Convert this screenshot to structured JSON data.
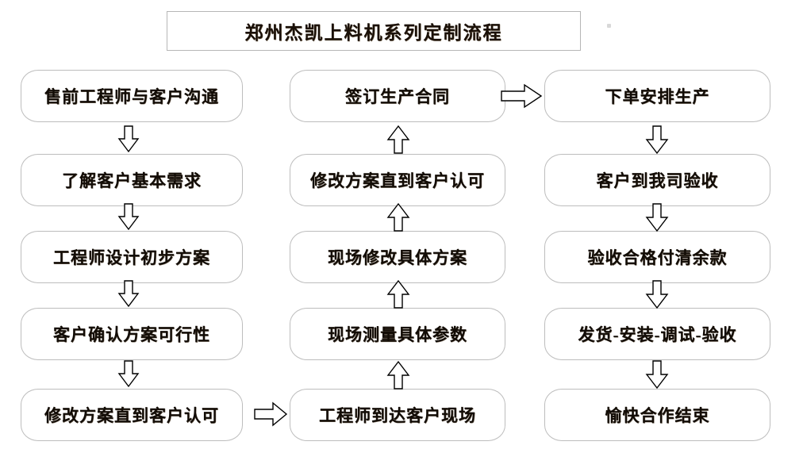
{
  "title": {
    "text": "郑州杰凯上料机系列定制流程"
  },
  "diagram": {
    "type": "flowchart",
    "columns": [
      {
        "name": "left-column",
        "direction": "downward",
        "nodes": [
          {
            "id": "L1",
            "label": "售前工程师与客户沟通"
          },
          {
            "id": "L2",
            "label": "了解客户基本需求"
          },
          {
            "id": "L3",
            "label": "工程师设计初步方案"
          },
          {
            "id": "L4",
            "label": "客户确认方案可行性"
          },
          {
            "id": "L5",
            "label": "修改方案直到客户认可"
          }
        ]
      },
      {
        "name": "middle-column",
        "direction": "upward",
        "nodes": [
          {
            "id": "M1",
            "label": "签订生产合同"
          },
          {
            "id": "M2",
            "label": "修改方案直到客户认可"
          },
          {
            "id": "M3",
            "label": "现场修改具体方案"
          },
          {
            "id": "M4",
            "label": "现场测量具体参数"
          },
          {
            "id": "M5",
            "label": "工程师到达客户现场"
          }
        ]
      },
      {
        "name": "right-column",
        "direction": "downward",
        "nodes": [
          {
            "id": "R1",
            "label": "下单安排生产"
          },
          {
            "id": "R2",
            "label": "客户到我司验收"
          },
          {
            "id": "R3",
            "label": "验收合格付清余款"
          },
          {
            "id": "R4",
            "label": "发货-安装-调试-验收"
          },
          {
            "id": "R5",
            "label": "愉快合作结束"
          }
        ]
      }
    ],
    "connectors": [
      {
        "id": "a-L1-L2",
        "icon": "arrow-down-icon",
        "from": "L1",
        "to": "L2"
      },
      {
        "id": "a-L2-L3",
        "icon": "arrow-down-icon",
        "from": "L2",
        "to": "L3"
      },
      {
        "id": "a-L3-L4",
        "icon": "arrow-down-icon",
        "from": "L3",
        "to": "L4"
      },
      {
        "id": "a-L4-L5",
        "icon": "arrow-down-icon",
        "from": "L4",
        "to": "L5"
      },
      {
        "id": "a-L5-M5",
        "icon": "arrow-right-icon",
        "from": "L5",
        "to": "M5"
      },
      {
        "id": "a-M5-M4",
        "icon": "arrow-up-icon",
        "from": "M5",
        "to": "M4"
      },
      {
        "id": "a-M4-M3",
        "icon": "arrow-up-icon",
        "from": "M4",
        "to": "M3"
      },
      {
        "id": "a-M3-M2",
        "icon": "arrow-up-icon",
        "from": "M3",
        "to": "M2"
      },
      {
        "id": "a-M2-M1",
        "icon": "arrow-up-icon",
        "from": "M2",
        "to": "M1"
      },
      {
        "id": "a-M1-R1",
        "icon": "arrow-right-icon",
        "from": "M1",
        "to": "R1"
      },
      {
        "id": "a-R1-R2",
        "icon": "arrow-down-icon",
        "from": "R1",
        "to": "R2"
      },
      {
        "id": "a-R2-R3",
        "icon": "arrow-down-icon",
        "from": "R2",
        "to": "R3"
      },
      {
        "id": "a-R3-R4",
        "icon": "arrow-down-icon",
        "from": "R3",
        "to": "R4"
      },
      {
        "id": "a-R4-R5",
        "icon": "arrow-down-icon",
        "from": "R4",
        "to": "R5"
      }
    ]
  },
  "colors": {
    "background": "#ffffff",
    "node_border": "#bdbdbd",
    "title_border": "#b6b6b6",
    "text": "#120c06",
    "arrow_stroke": "#000000",
    "arrow_fill": "#ffffff"
  }
}
